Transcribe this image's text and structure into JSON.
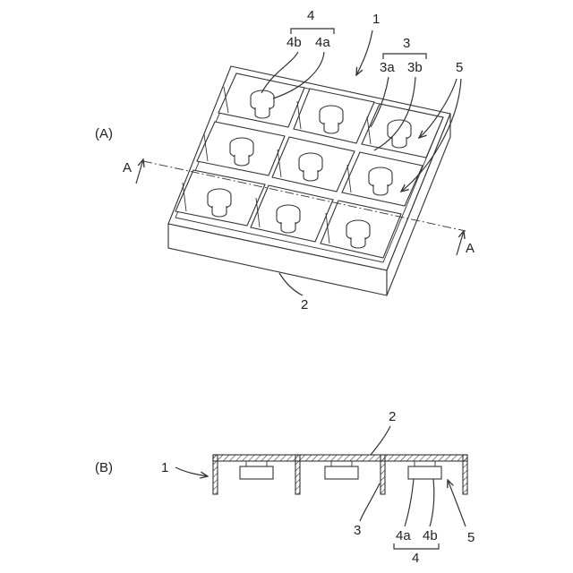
{
  "figure_a": {
    "label": "(A)",
    "ref_1": "1",
    "ref_2": "2",
    "ref_3": "3",
    "ref_3a": "3a",
    "ref_3b": "3b",
    "ref_4": "4",
    "ref_4a": "4a",
    "ref_4b": "4b",
    "ref_5": "5",
    "section_mark_left": "A",
    "section_mark_right": "A"
  },
  "figure_b": {
    "label": "(B)",
    "ref_1": "1",
    "ref_2": "2",
    "ref_3": "3",
    "ref_4": "4",
    "ref_4a": "4a",
    "ref_4b": "4b",
    "ref_5": "5"
  }
}
